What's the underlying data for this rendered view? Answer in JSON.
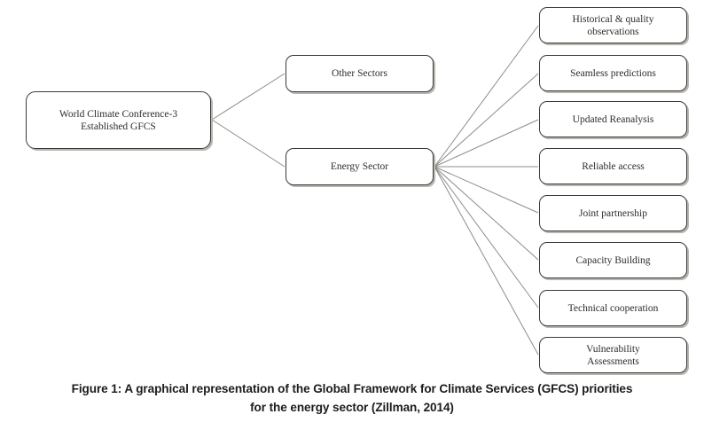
{
  "diagram": {
    "root": {
      "label": "World Climate Conference-3 Established GFCS",
      "line1": "World Climate Conference-3",
      "line2": "Established GFCS"
    },
    "mid_nodes": [
      {
        "label": "Other Sectors"
      },
      {
        "label": "Energy Sector"
      }
    ],
    "leaf_nodes": [
      {
        "label": "Historical & quality observations",
        "line1": "Historical & quality",
        "line2": "observations"
      },
      {
        "label": "Seamless predictions",
        "line1": "Seamless predictions",
        "line2": ""
      },
      {
        "label": "Updated Reanalysis",
        "line1": "Updated Reanalysis",
        "line2": ""
      },
      {
        "label": "Reliable access",
        "line1": "Reliable  access",
        "line2": ""
      },
      {
        "label": "Joint partnership",
        "line1": "Joint partnership",
        "line2": ""
      },
      {
        "label": "Capacity Building",
        "line1": "Capacity Building",
        "line2": ""
      },
      {
        "label": "Technical cooperation",
        "line1": "Technical  cooperation",
        "line2": ""
      },
      {
        "label": "Vulnerability Assessments",
        "line1": "Vulnerability",
        "line2": "Assessments"
      }
    ]
  },
  "caption": {
    "line1": "Figure 1: A graphical representation of the Global Framework for Climate Services (GFCS) priorities",
    "line2": "for the energy sector (Zillman, 2014)"
  },
  "colors": {
    "node_border": "#3c3a38",
    "node_shadow": "#b9b5b0",
    "edge": "#8c8c8c",
    "text": "#2e2c2a",
    "caption_text": "#1c1c1c",
    "background": "#ffffff"
  }
}
